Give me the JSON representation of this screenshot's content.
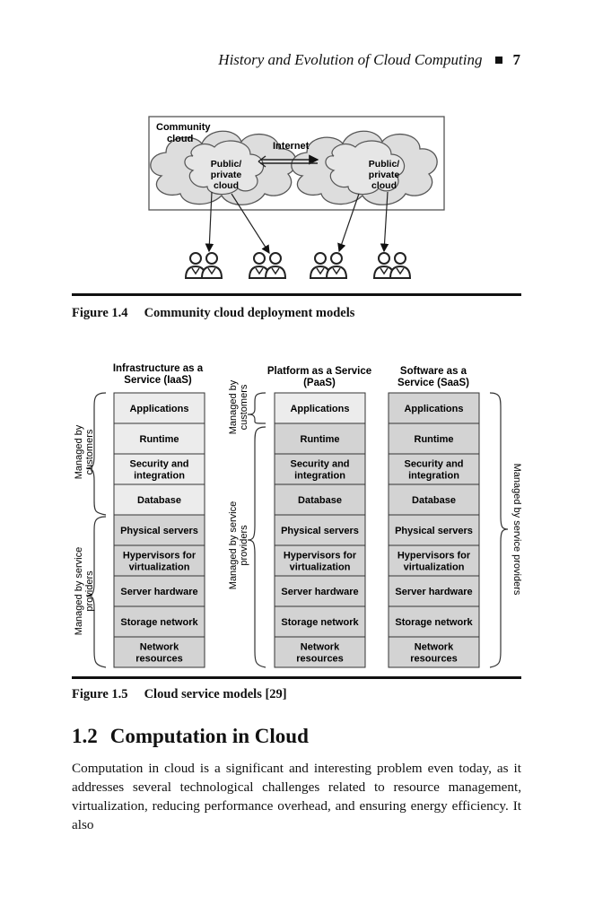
{
  "header": {
    "title": "History and Evolution of Cloud Computing",
    "page_number": "7"
  },
  "figure1": {
    "label": "Figure 1.4",
    "caption": "Community cloud deployment models",
    "community_label_1": "Community",
    "community_label_2": "cloud",
    "internet_label": "Internet",
    "cloud_left": [
      "Public/",
      "private",
      "cloud"
    ],
    "cloud_right": [
      "Public/",
      "private",
      "cloud"
    ]
  },
  "figure2": {
    "label": "Figure 1.5",
    "caption": "Cloud service models [29]",
    "columns": [
      {
        "title_1": "Infrastructure as a",
        "title_2": "Service (IaaS)"
      },
      {
        "title_1": "Platform as a Service",
        "title_2": "(PaaS)"
      },
      {
        "title_1": "Software as a",
        "title_2": "Service (SaaS)"
      }
    ],
    "layers": [
      [
        "Applications"
      ],
      [
        "Runtime"
      ],
      [
        "Security and",
        "integration"
      ],
      [
        "Database"
      ],
      [
        "Physical servers"
      ],
      [
        "Hypervisors for",
        "virtualization"
      ],
      [
        "Server hardware"
      ],
      [
        "Storage network"
      ],
      [
        "Network",
        "resources"
      ]
    ],
    "iaas_customer_label": [
      "Managed by",
      "customers"
    ],
    "iaas_provider_label": [
      "Managed by service",
      "providers"
    ],
    "paas_customer_label": [
      "Managed by",
      "customers"
    ],
    "paas_provider_label": [
      "Managed by service",
      "providers"
    ],
    "saas_provider_label": "Managed by service providers"
  },
  "section": {
    "number": "1.2",
    "title": "Computation in Cloud",
    "body": "Computation in cloud is a significant and interesting problem even today, as it addresses several technological challenges related to resource management, virtualization, reducing performance overhead, and ensuring energy efficiency. It also"
  }
}
